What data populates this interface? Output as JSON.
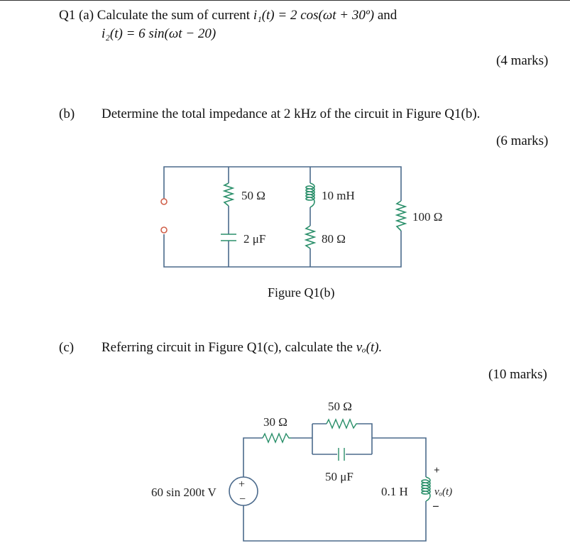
{
  "q1a": {
    "prefix": "Q1 (a) Calculate the sum of current ",
    "i1": "i₁(t) = 2 cos(ωt + 30º)",
    "and": " and",
    "i2": "i₂(t) = 6 sin(ωt − 20)",
    "marks": "(4 marks)"
  },
  "q1b": {
    "label": "(b)",
    "text": "Determine the total impedance at 2 kHz of the circuit in Figure Q1(b).",
    "marks": "(6 marks)",
    "figure_caption": "Figure Q1(b)",
    "components": {
      "r50": "50 Ω",
      "c2": "2 μF",
      "l10": "10 mH",
      "r80": "80 Ω",
      "r100": "100 Ω"
    }
  },
  "q1c": {
    "label": "(c)",
    "text_prefix": "Referring circuit in Figure Q1(c), calculate the ",
    "vo": "vₒ(t).",
    "marks": "(10 marks)",
    "components": {
      "r30": "30 Ω",
      "r50": "50 Ω",
      "c50": "50 μF",
      "l01": "0.1 H",
      "source": "60 sin 200t V",
      "vo_label": "vₒ(t)",
      "plus": "+",
      "minus": "−"
    }
  }
}
